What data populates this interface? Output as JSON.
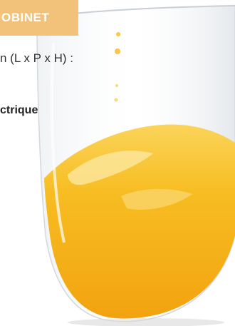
{
  "badge": {
    "label": "OBINET"
  },
  "specs": {
    "dimensions_label": "n (L x P x H) :",
    "feature_label": "ctrique"
  },
  "colors": {
    "badge_bg": "#f3c27a",
    "juice": "#f6b21e"
  }
}
